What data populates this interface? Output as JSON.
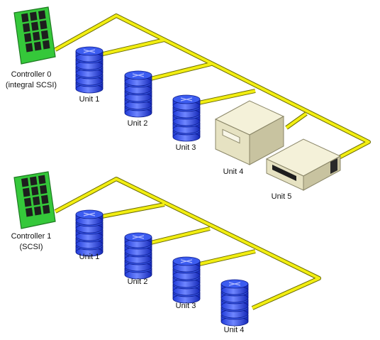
{
  "colors": {
    "cable": "#f2ee12",
    "cable_edge": "#6a6a00",
    "board": "#35c83a",
    "board_edge": "#1e7a22",
    "chip": "#1e1e1e",
    "disk": "#3c5cf0",
    "disk_light": "#aeb9ff",
    "disk_edge": "#0a1a8a",
    "box_top": "#f4f1d9",
    "box_front": "#e6e2c2",
    "box_side": "#c8c3a0",
    "box_edge": "#8a8668"
  },
  "chains": [
    {
      "controller": {
        "line1": "Controller 0",
        "line2": "(integral SCSI)"
      },
      "units": [
        {
          "label": "Unit 1",
          "kind": "disk"
        },
        {
          "label": "Unit 2",
          "kind": "disk"
        },
        {
          "label": "Unit 3",
          "kind": "disk"
        },
        {
          "label": "Unit 4",
          "kind": "tower"
        },
        {
          "label": "Unit 5",
          "kind": "flat"
        }
      ]
    },
    {
      "controller": {
        "line1": "Controller 1",
        "line2": "(SCSI)"
      },
      "units": [
        {
          "label": "Unit 1",
          "kind": "disk"
        },
        {
          "label": "Unit 2",
          "kind": "disk"
        },
        {
          "label": "Unit 3",
          "kind": "disk"
        },
        {
          "label": "Unit 4",
          "kind": "disk"
        }
      ]
    }
  ]
}
